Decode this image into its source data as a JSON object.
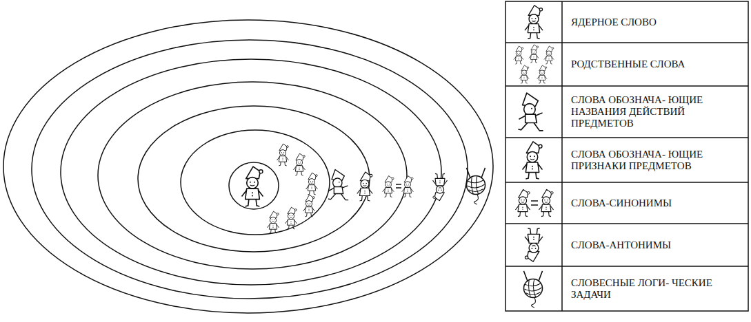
{
  "diagram": {
    "legend": [
      {
        "text": "ЯДЕРНОЕ СЛОВО"
      },
      {
        "text": "РОДСТВЕННЫЕ СЛОВА"
      },
      {
        "text": "СЛОВА ОБОЗНАЧА- ЮЩИЕ НАЗВАНИЯ ДЕЙСТВИЙ ПРЕДМЕТОВ"
      },
      {
        "text": "СЛОВА ОБОЗНАЧА- ЮЩИЕ ПРИЗНАКИ ПРЕДМЕТОВ"
      },
      {
        "text": "СЛОВА-СИНОНИМЫ"
      },
      {
        "text": "СЛОВА-АНТОНИМЫ"
      },
      {
        "text": "СЛОВЕСНЫЕ ЛОГИ- ЧЕСКИЕ ЗАДАЧИ"
      }
    ]
  }
}
